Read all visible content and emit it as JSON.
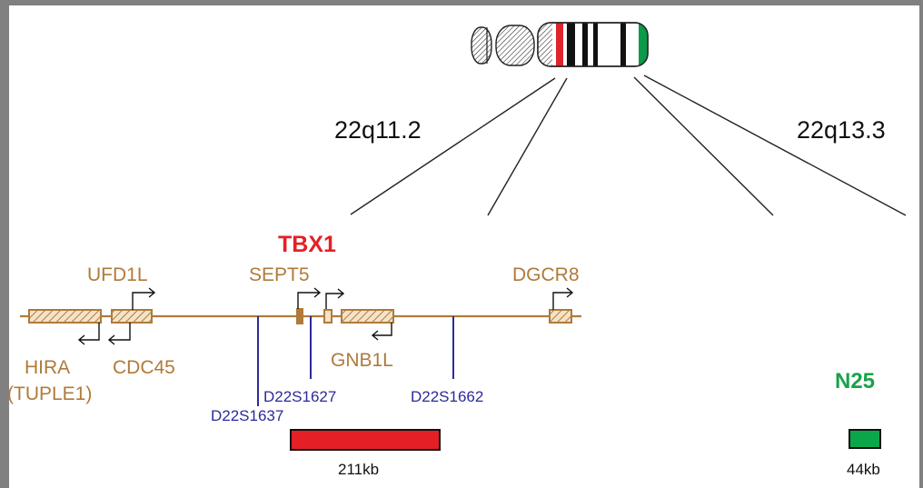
{
  "chromosome": {
    "centromere_color": "#e0242b",
    "telomere_color": "#0b9a48"
  },
  "regions": {
    "left": "22q11.2",
    "right": "22q13.3"
  },
  "gene_of_interest": "TBX1",
  "genes": {
    "ufd1l": "UFD1L",
    "sept5": "SEPT5",
    "dgcr8": "DGCR8",
    "hira": "HIRA",
    "hira_alt": "(TUPLE1)",
    "cdc45": "CDC45",
    "gnb1l": "GNB1L"
  },
  "markers": {
    "d22s1627": "D22S1627",
    "d22s1637": "D22S1637",
    "d22s1662": "D22S1662"
  },
  "probes": {
    "tbx1_probe": {
      "size": "211kb",
      "color": "#e41f26"
    },
    "n25_probe": {
      "name": "N25",
      "size": "44kb",
      "color": "#0ca64a"
    }
  },
  "colors": {
    "gene": "#b07a3a",
    "marker": "#2b2b9a",
    "label_red": "#e41f26",
    "label_green": "#19a24a"
  }
}
